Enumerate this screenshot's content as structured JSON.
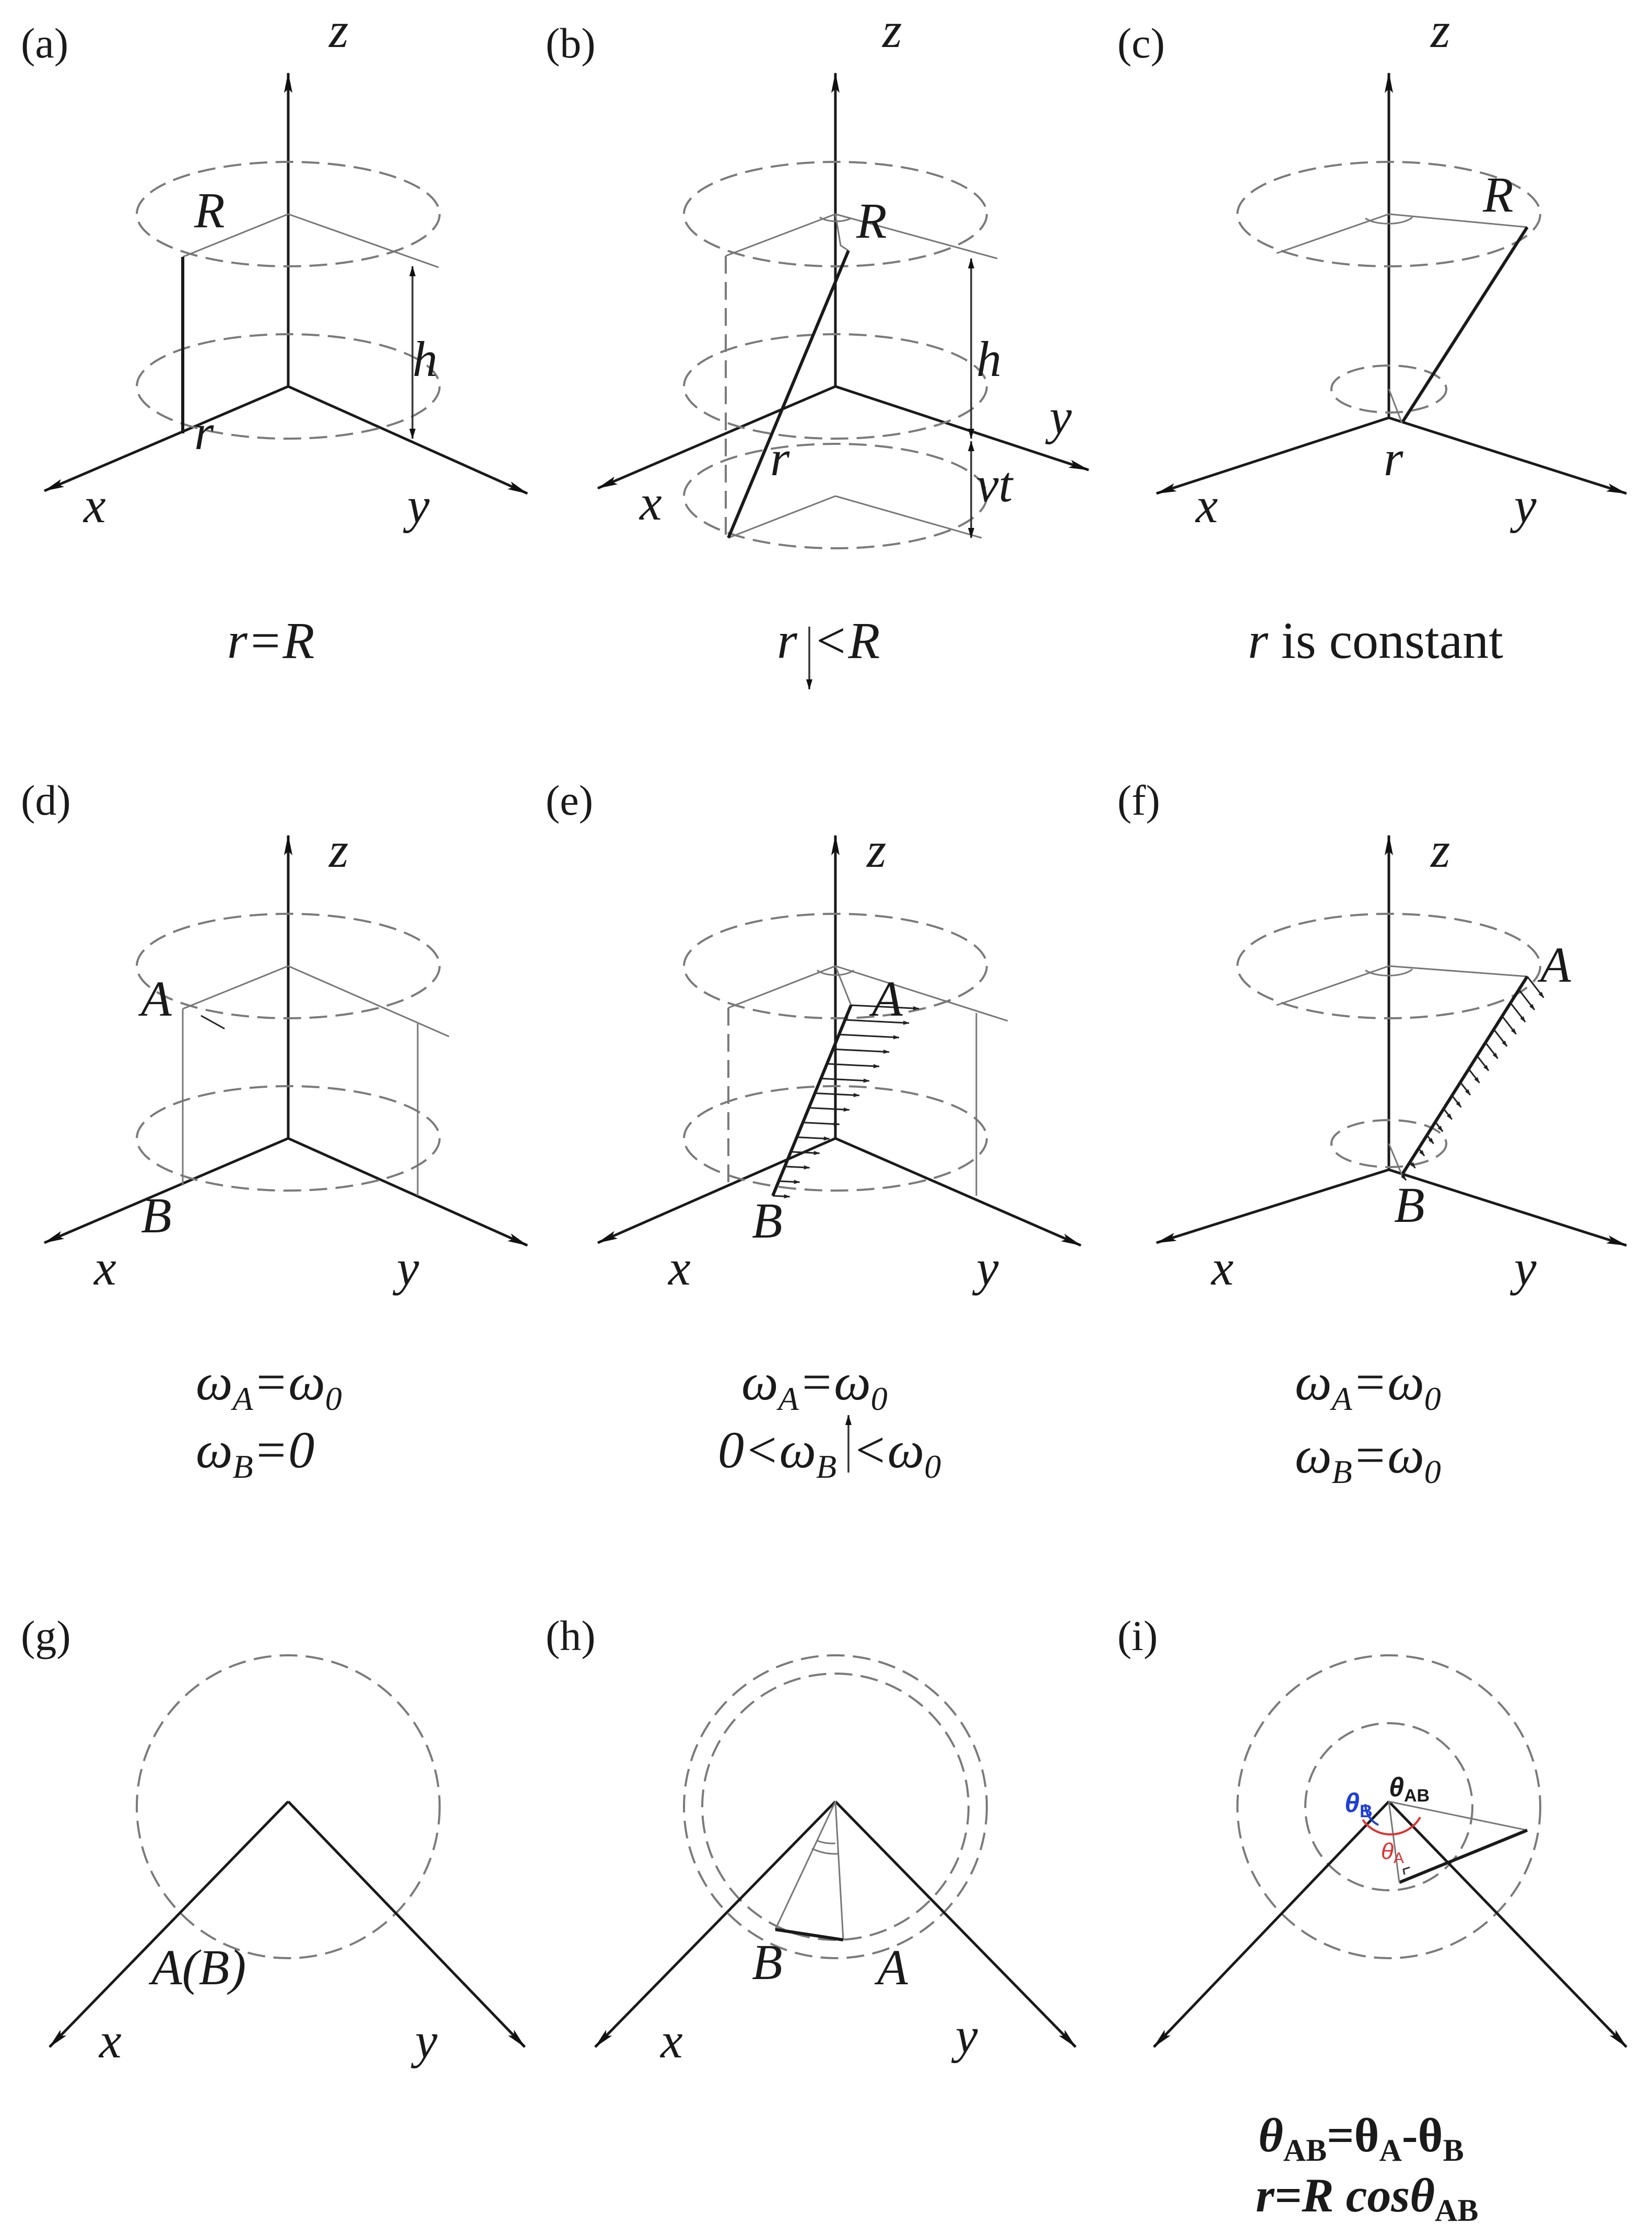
{
  "panels": {
    "a": {
      "tag": "(a)",
      "x": "x",
      "y": "y",
      "z": "z",
      "R": "R",
      "r": "r",
      "h": "h",
      "caption": "r=R"
    },
    "b": {
      "tag": "(b)",
      "x": "x",
      "y": "y",
      "z": "z",
      "R": "R",
      "r": "r",
      "h": "h",
      "vt": "vt",
      "caption_r": "r",
      "caption_rest": "<R"
    },
    "c": {
      "tag": "(c)",
      "x": "x",
      "y": "y",
      "z": "z",
      "R": "R",
      "r": "r",
      "caption_r": "r",
      "caption_rest": " is constant"
    },
    "d": {
      "tag": "(d)",
      "x": "x",
      "y": "y",
      "z": "z",
      "A": "A",
      "B": "B"
    },
    "e": {
      "tag": "(e)",
      "x": "x",
      "y": "y",
      "z": "z",
      "A": "A",
      "B": "B"
    },
    "f": {
      "tag": "(f)",
      "x": "x",
      "y": "y",
      "z": "z",
      "A": "A",
      "B": "B"
    },
    "g": {
      "tag": "(g)",
      "x": "x",
      "y": "y",
      "AB": "A(B)"
    },
    "h": {
      "tag": "(h)",
      "x": "x",
      "y": "y",
      "A": "A",
      "B": "B"
    },
    "i": {
      "tag": "(i)",
      "thetaB": "θ",
      "thetaB_sub": "B",
      "thetaA": "θ",
      "thetaA_sub": "A",
      "thetaAB": "θ",
      "thetaAB_sub": "AB",
      "eq1_theta": "θ",
      "eq1_sub1": "AB",
      "eq1_mid": "=θ",
      "eq1_sub2": "A",
      "eq1_mid2": "-θ",
      "eq1_sub3": "B",
      "eq2_main": "r=R cosθ",
      "eq2_sub": "AB"
    }
  },
  "omega": {
    "symbol": "ω",
    "sub_A": "A",
    "sub_B": "B",
    "sub_0": "0",
    "eq_sign": "=",
    "zero": "0",
    "lt": "<"
  },
  "colors": {
    "thetaB": "#1f3fd6",
    "thetaA": "#e03030",
    "ink": "#1a1a1a"
  }
}
